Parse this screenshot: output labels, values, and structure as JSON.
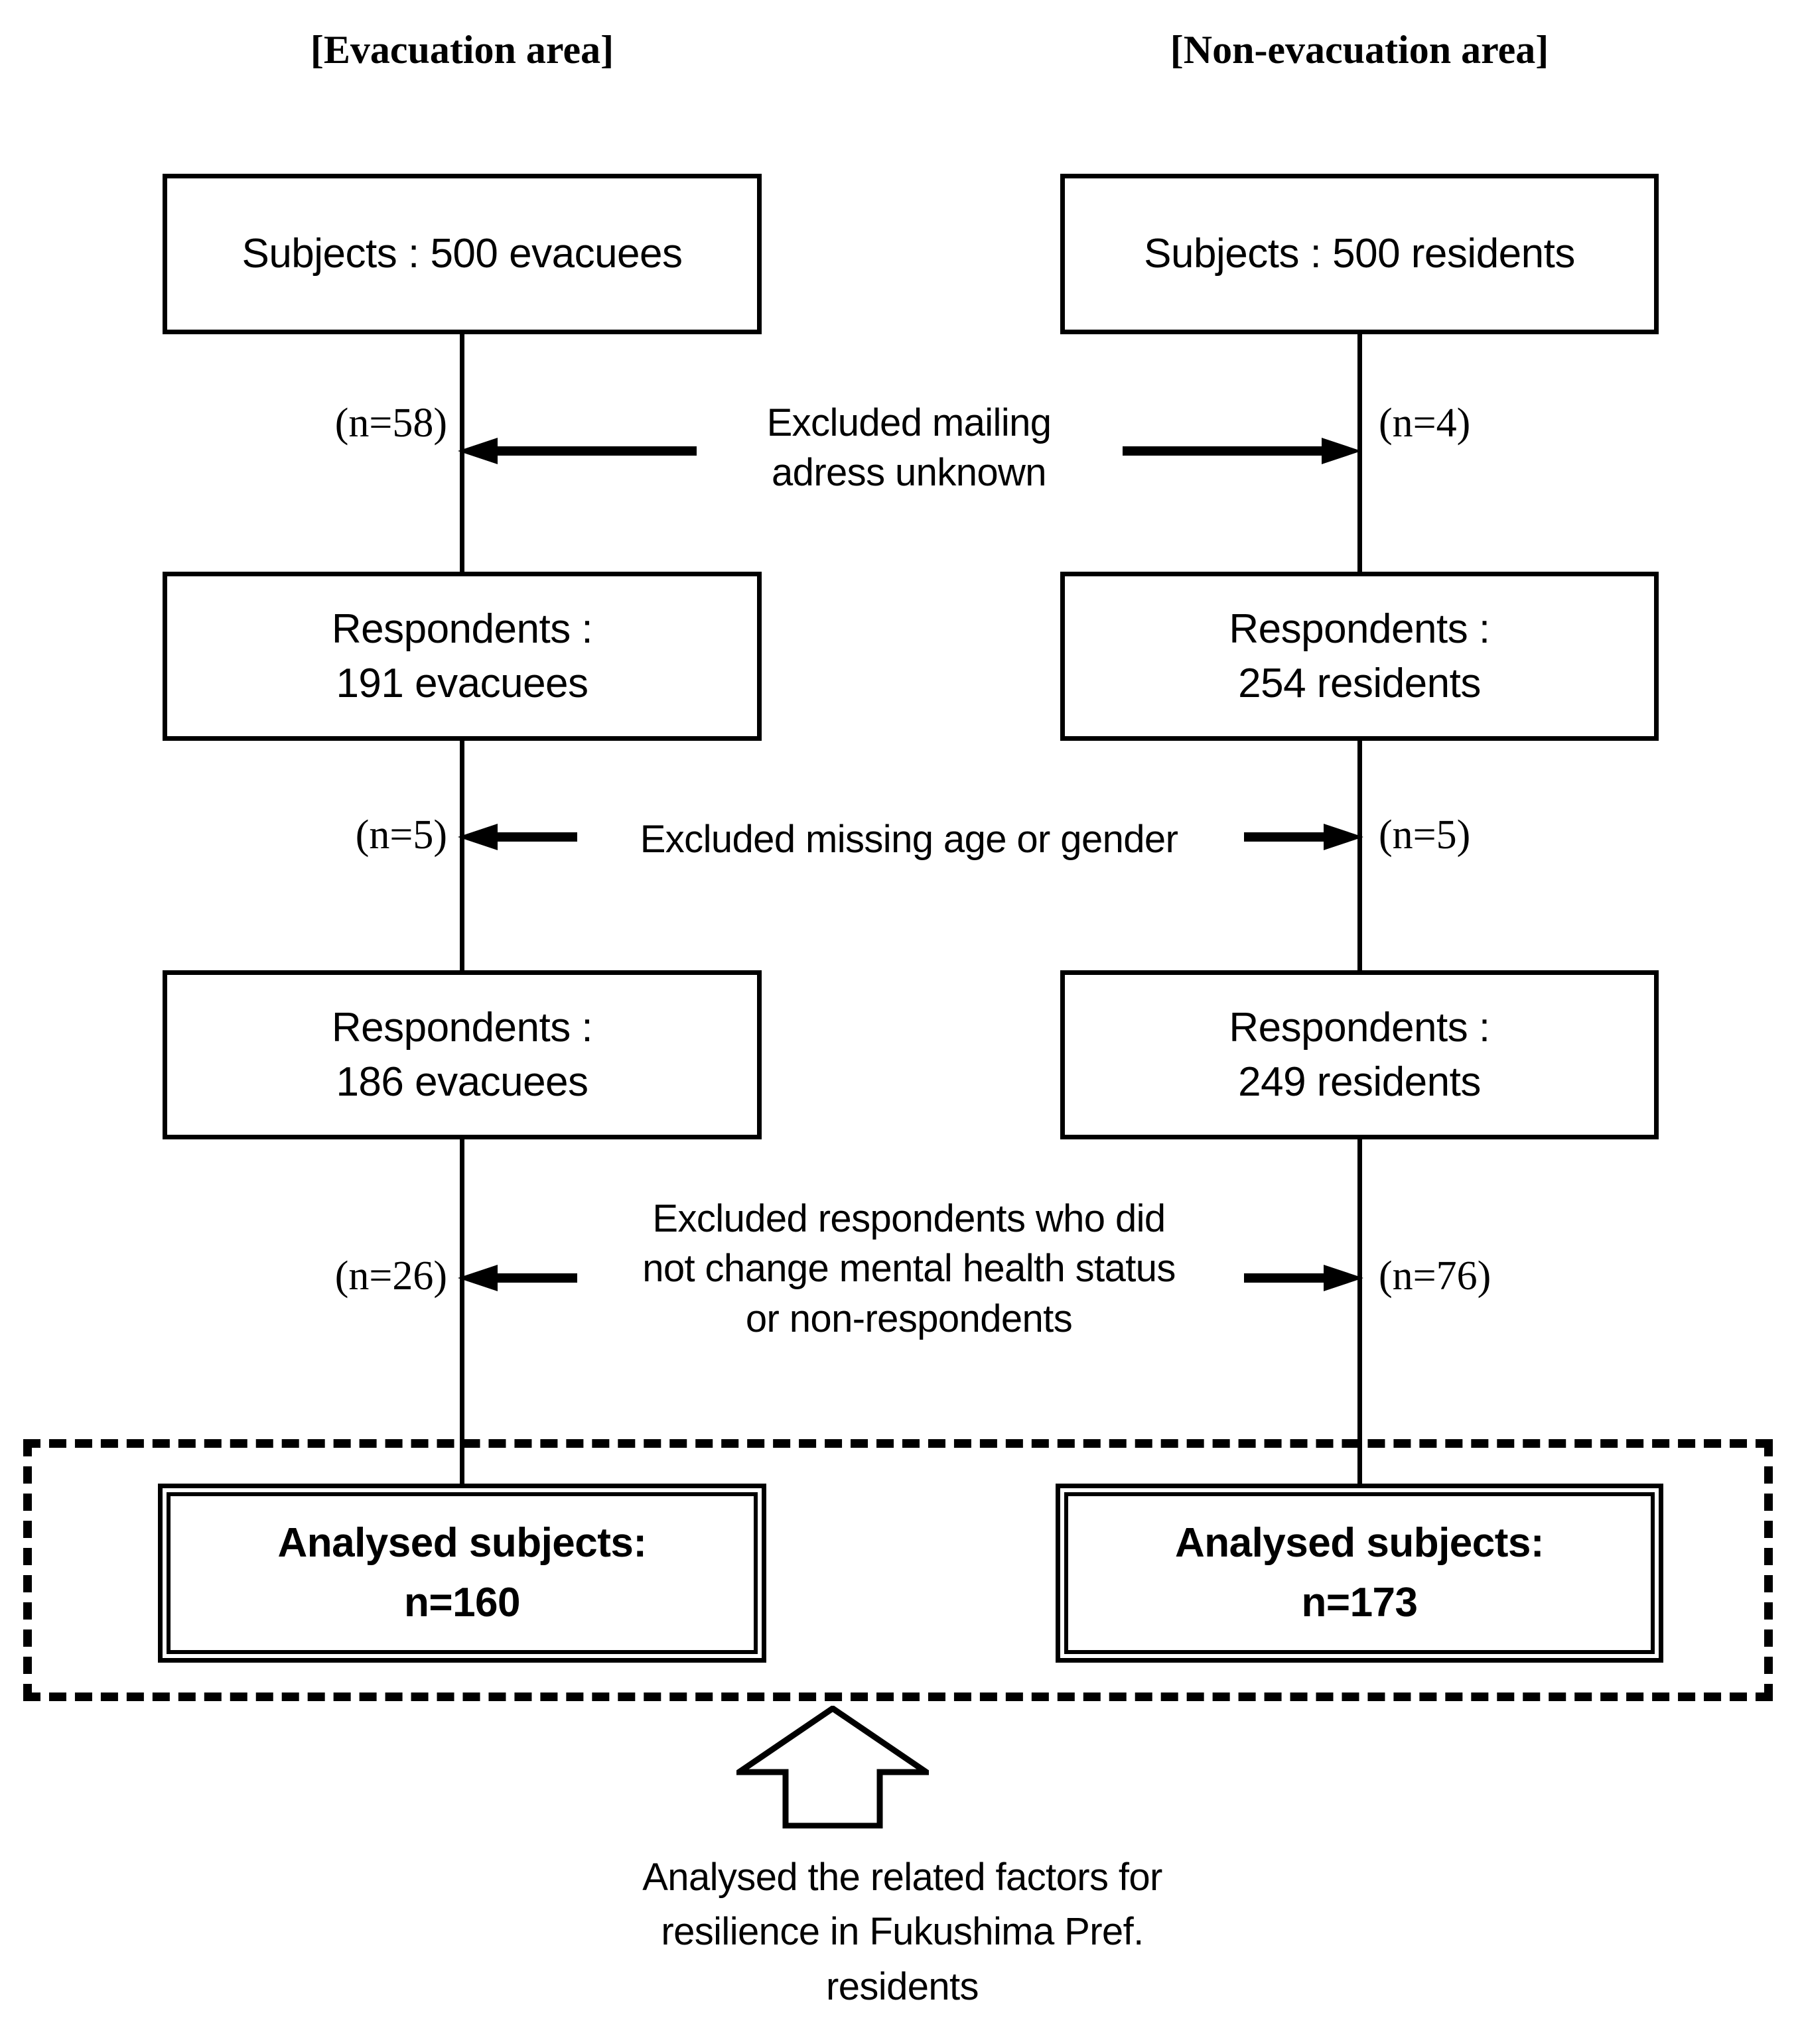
{
  "headers": {
    "left": "[Evacuation area]",
    "right": "[Non-evacuation area]"
  },
  "columns": {
    "left": {
      "subjects": {
        "line1": "Subjects : 500 evacuees"
      },
      "respondents1": {
        "line1": "Respondents :",
        "line2": "191 evacuees"
      },
      "respondents2": {
        "line1": "Respondents :",
        "line2": "186 evacuees"
      },
      "analysed": {
        "line1": "Analysed subjects:",
        "line2": "n=160"
      }
    },
    "right": {
      "subjects": {
        "line1": "Subjects : 500 residents"
      },
      "respondents1": {
        "line1": "Respondents :",
        "line2": "254 residents"
      },
      "respondents2": {
        "line1": "Respondents :",
        "line2": "249 residents"
      },
      "analysed": {
        "line1": "Analysed subjects:",
        "line2": "n=173"
      }
    }
  },
  "exclusions": [
    {
      "text_line1": "Excluded mailing",
      "text_line2": "adress unknown",
      "text_line3": "",
      "left_n": "(n=58)",
      "right_n": "(n=4)"
    },
    {
      "text_line1": "Excluded missing age or gender",
      "text_line2": "",
      "text_line3": "",
      "left_n": "(n=5)",
      "right_n": "(n=5)"
    },
    {
      "text_line1": "Excluded respondents who did",
      "text_line2": "not change mental health status",
      "text_line3": "or non-respondents",
      "left_n": "(n=26)",
      "right_n": "(n=76)"
    }
  ],
  "bottom": {
    "caption_line1": "Analysed the related factors for",
    "caption_line2": "resilience in Fukushima Pref.",
    "caption_line3": "residents",
    "arrow_icon": "up-arrow-icon"
  },
  "colors": {
    "stroke": "#000000",
    "background": "#ffffff"
  }
}
